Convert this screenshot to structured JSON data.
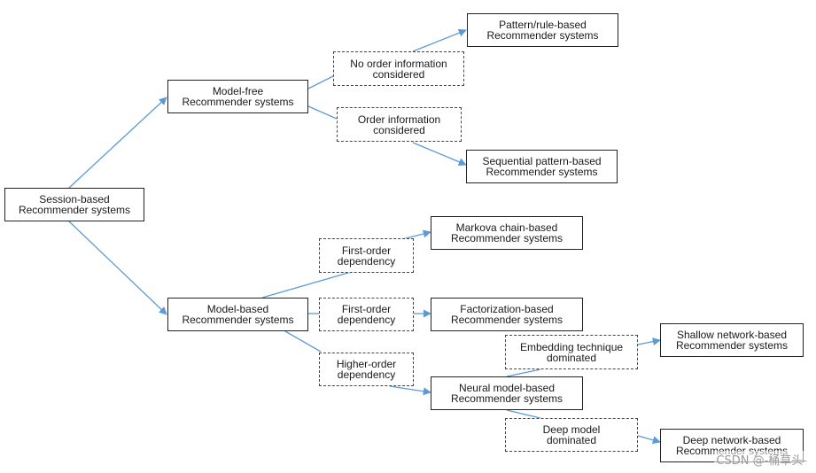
{
  "colors": {
    "edge": "#5b9bd5",
    "node_border": "#222222"
  },
  "nodes": {
    "session_based": "Session-based\nRecommender systems",
    "model_free": "Model-free\nRecommender systems",
    "model_based": "Model-based\nRecommender systems",
    "no_order_info": "No order information\nconsidered",
    "order_info": "Order information\nconsidered",
    "pattern_rule": "Pattern/rule-based\nRecommender systems",
    "sequential_pattern": "Sequential pattern-based\nRecommender systems",
    "first_order_1": "First-order\ndependency",
    "first_order_2": "First-order\ndependency",
    "higher_order": "Higher-order\ndependency",
    "markova_chain": "Markova chain-based\nRecommender systems",
    "factorization": "Factorization-based\nRecommender systems",
    "neural_model": "Neural model-based\nRecommender systems",
    "embedding_dominated": "Embedding technique\ndominated",
    "deep_model_dominated": "Deep model\ndominated",
    "shallow_network": "Shallow network-based\nRecommender systems",
    "deep_network": "Deep network-based\nRecommender systems"
  },
  "watermark": "CSDN @-桶草头-"
}
